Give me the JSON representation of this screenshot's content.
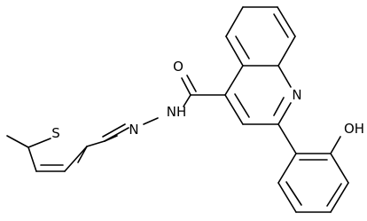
{
  "structure": {
    "atoms": [
      {
        "id": "o_carbonyl",
        "symbol": "O"
      },
      {
        "id": "n_quinoline",
        "symbol": "N"
      },
      {
        "id": "nh_amide",
        "symbol": "NH"
      },
      {
        "id": "n_imine",
        "symbol": "N"
      },
      {
        "id": "s_thiophene",
        "symbol": "S"
      },
      {
        "id": "oh_phenol",
        "symbol": "OH"
      }
    ]
  }
}
